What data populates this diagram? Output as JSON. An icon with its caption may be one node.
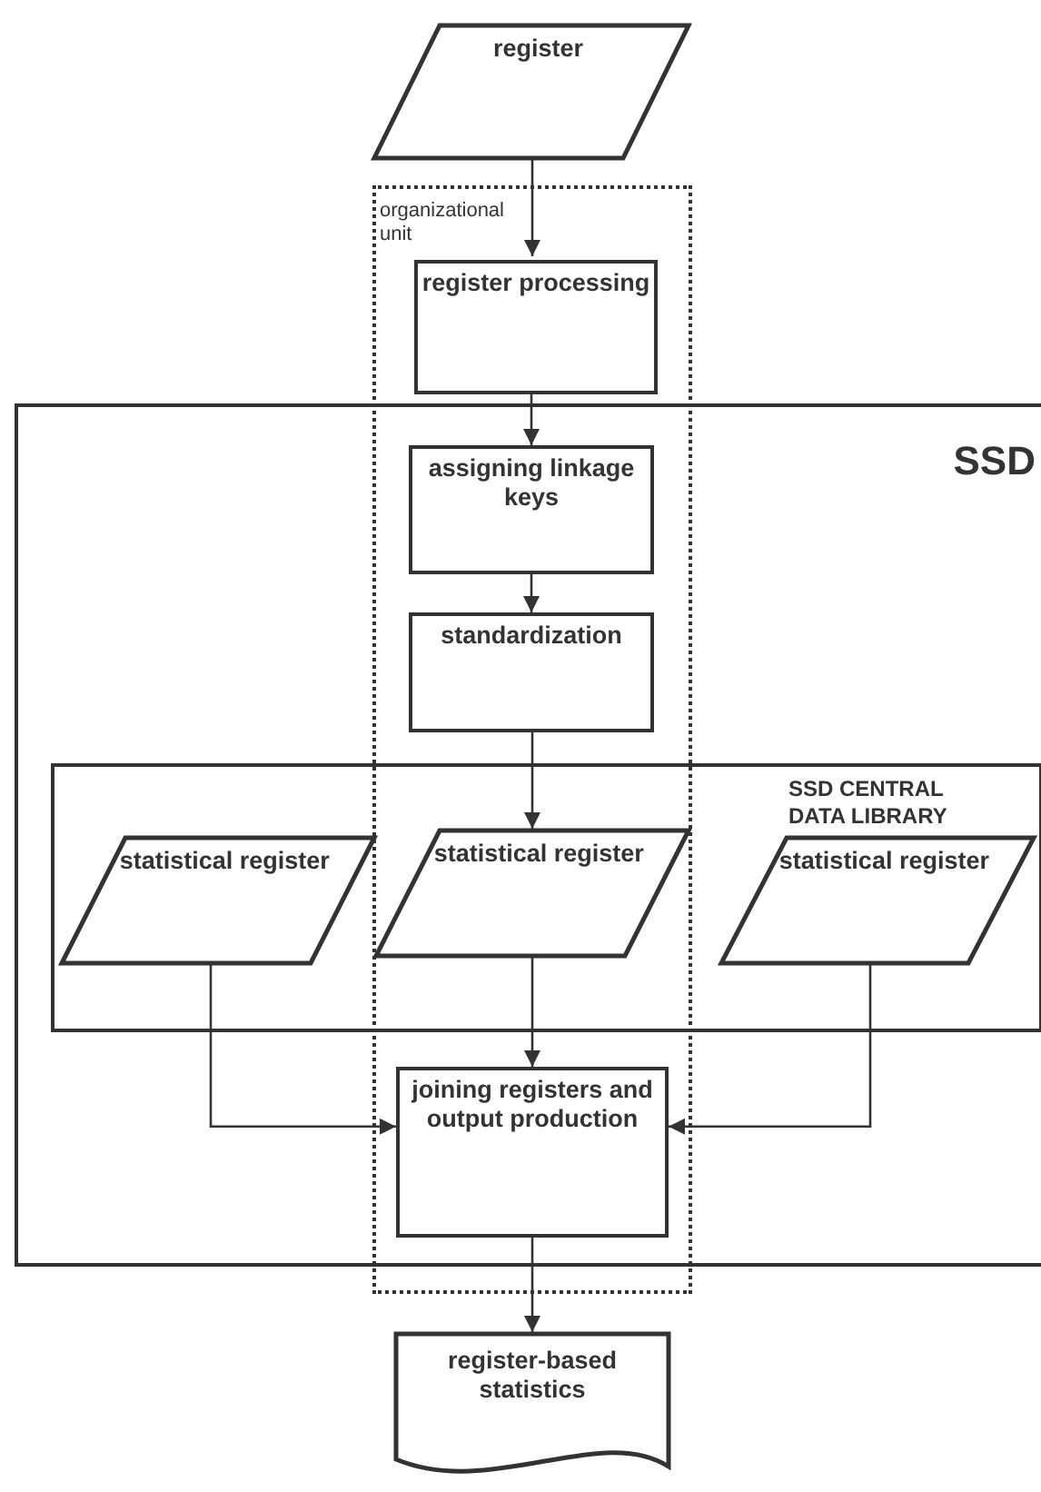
{
  "diagram": {
    "nodes": [
      {
        "text": [
          "register"
        ]
      },
      {
        "text": [
          "organizational unit"
        ]
      },
      {
        "text": [
          "register processing"
        ],
        "in": 1
      },
      {
        "text": [
          "SSD"
        ]
      },
      {
        "text": [
          "assigning linkage keys"
        ]
      },
      {
        "text": [
          "standardization"
        ]
      },
      {
        "text": [
          "SSD CENTRAL DATA LIBRARY"
        ],
        "in": 3
      },
      {
        "text": [
          "statistical register"
        ],
        "in": 6
      },
      {
        "text": [
          "statistical register"
        ]
      },
      {
        "text": [
          "statistical register"
        ],
        "in": 6
      },
      {
        "text": [
          "joining registers and output production"
        ]
      },
      {
        "text": [
          "register-based statistics"
        ]
      }
    ],
    "edges": [
      {
        "from": 0,
        "to": 2,
        "arrow": "to"
      },
      {
        "from": 2,
        "to": 4,
        "arrow": "to"
      },
      {
        "from": 4,
        "to": 5,
        "arrow": "to"
      },
      {
        "from": 5,
        "to": 8,
        "arrow": "to"
      },
      {
        "from": 7,
        "to": 10,
        "arrow": "to"
      },
      {
        "from": 8,
        "to": 10,
        "arrow": "to"
      },
      {
        "from": 9,
        "to": 10,
        "arrow": "to"
      },
      {
        "from": 10,
        "to": 11,
        "arrow": "to"
      }
    ]
  }
}
